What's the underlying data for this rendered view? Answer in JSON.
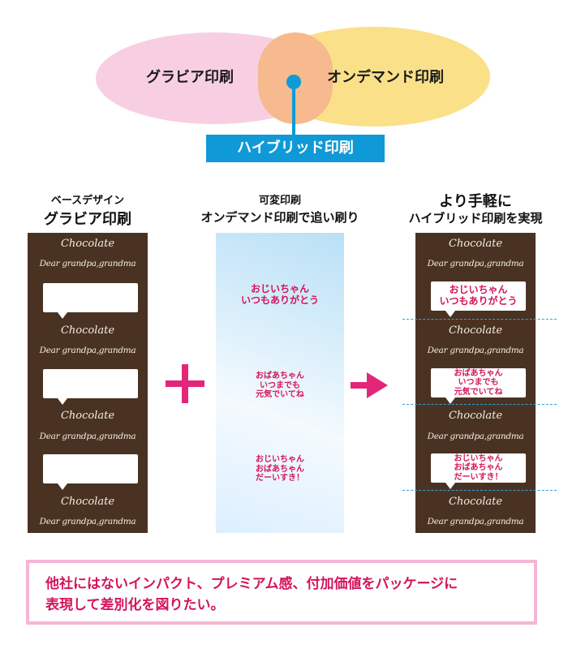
{
  "venn": {
    "left_label": "グラビア印刷",
    "right_label": "オンデマンド印刷",
    "intersection_label": "ハイブリッド印刷",
    "colors": {
      "left": "#f8cfe2",
      "right": "#fbe08a",
      "overlap": "#f7b98e",
      "accent": "#0f9ad7"
    }
  },
  "columns": {
    "base": {
      "sub": "ベースデザイン",
      "title": "グラビア印刷"
    },
    "variable": {
      "line1": "可変印刷",
      "line2": "オンデマンド印刷で追い刷り"
    },
    "result": {
      "line1": "より手軽に",
      "line2": "ハイブリッド印刷を実現"
    }
  },
  "chocolate": {
    "brand": "Chocolate",
    "dear": "Dear grandpa,grandma"
  },
  "messages": [
    {
      "line1": "おじいちゃん",
      "line2": "いつもありがとう"
    },
    {
      "line1": "おばあちゃん",
      "line2": "いつまでも",
      "line3": "元気でいてね"
    },
    {
      "line1": "おじいちゃん",
      "line2": "おばあちゃん",
      "line3": "だーいすき！"
    }
  ],
  "summary": {
    "line1": "他社にはないインパクト、プレミアム感、付加価値をパッケージに",
    "line2": "表現して差別化を図りたい。"
  },
  "colors": {
    "chocolate": "#4a3222",
    "magenta": "#d4145a",
    "plus": "#e2267a",
    "border": "#f6b5d5"
  }
}
